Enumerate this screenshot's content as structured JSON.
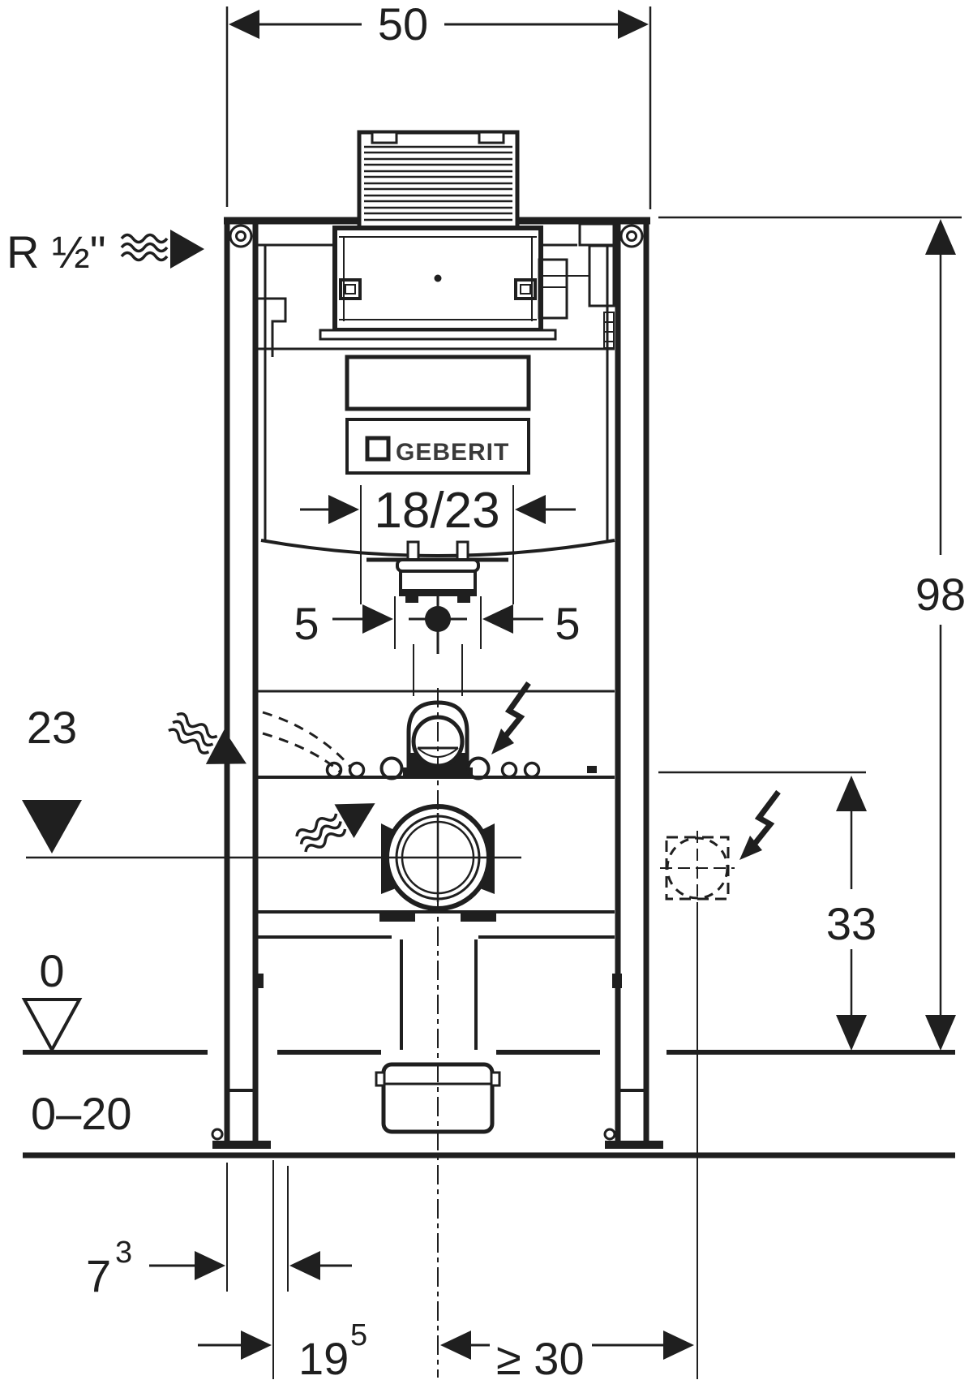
{
  "meta": {
    "description": "Dimensional installation drawing of a Geberit Duofix concealed cistern WC frame",
    "background": "#ffffff",
    "line_color": "#1f1f1f"
  },
  "brand": {
    "logo_text": "GEBERIT"
  },
  "labels": {
    "supply_thread": "R ½\"",
    "level_outlet": "23",
    "level_zero": "0",
    "floor_buildup_range": "0–20"
  },
  "dimensions": {
    "overall_width": "50",
    "overall_height": "98",
    "flush_plate_height": "18/23",
    "supply_offset_left": "5",
    "supply_offset_right": "5",
    "outlet_height": "33",
    "front_distance_value": "7",
    "front_distance_sup": "3",
    "center_distance_value": "19",
    "center_distance_sup": "5",
    "socket_distance": "≥ 30"
  },
  "icons": {
    "water_flow": "wavy-arrow",
    "electrical": "lightning-bolt",
    "level_reference": "filled-triangle",
    "level_finished_floor": "open-triangle"
  }
}
